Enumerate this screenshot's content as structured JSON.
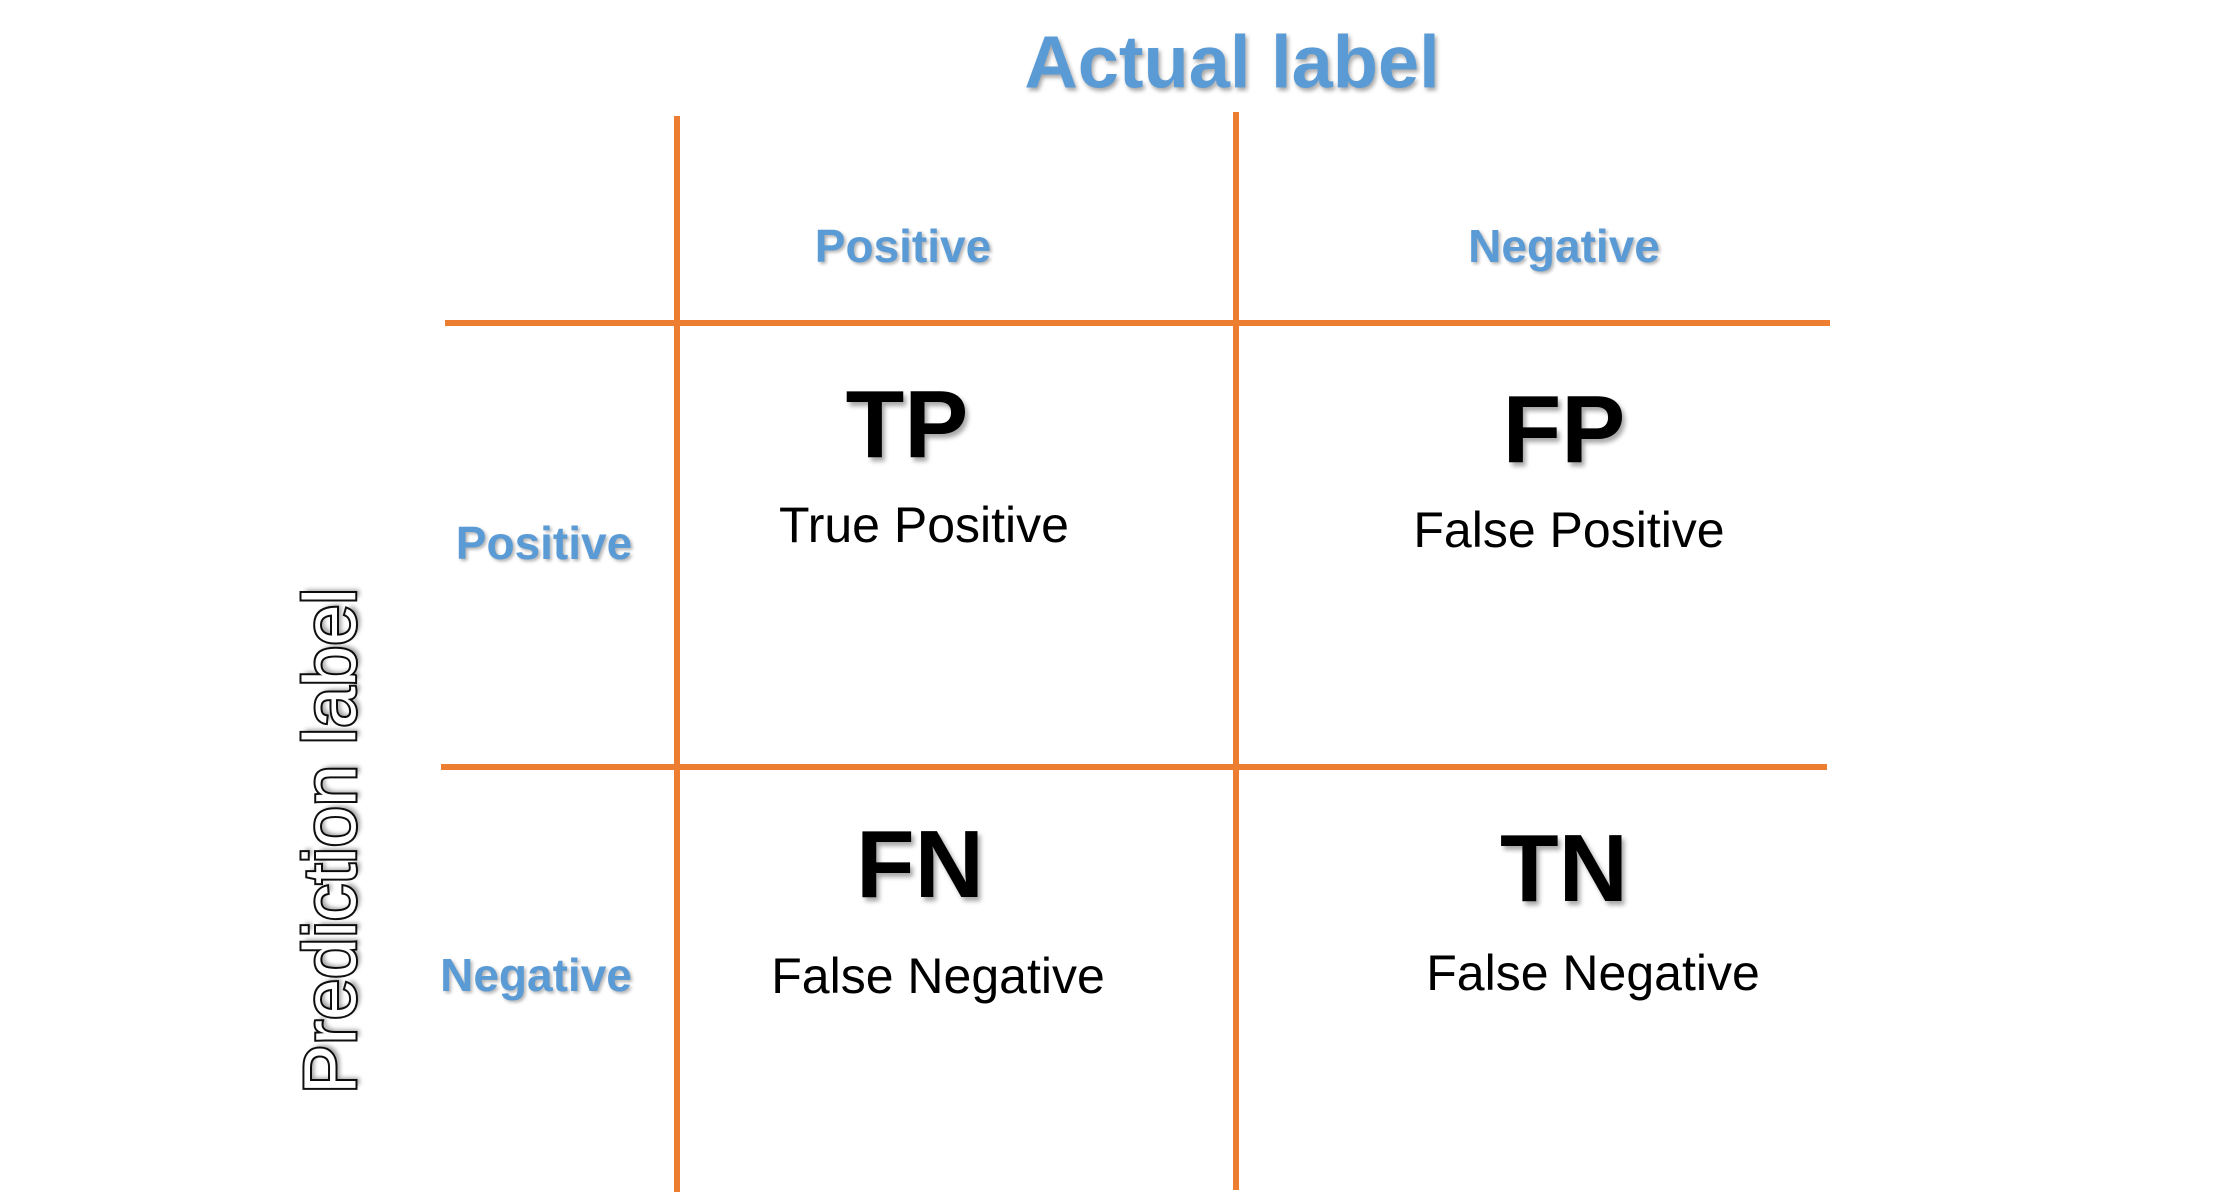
{
  "axes": {
    "actual_title": "Actual label",
    "prediction_title": "Prediction label"
  },
  "column_headers": [
    "Positive",
    "Negative"
  ],
  "row_headers": [
    "Positive",
    "Negative"
  ],
  "cells": [
    {
      "abbr": "TP",
      "full": "True Positive"
    },
    {
      "abbr": "FP",
      "full": "False Positive"
    },
    {
      "abbr": "FN",
      "full": "False Negative"
    },
    {
      "abbr": "TN",
      "full": "False Negative"
    }
  ],
  "colors": {
    "grid_line": "#ed7d31",
    "header_text": "#5b9bd5",
    "cell_text": "#000000"
  }
}
